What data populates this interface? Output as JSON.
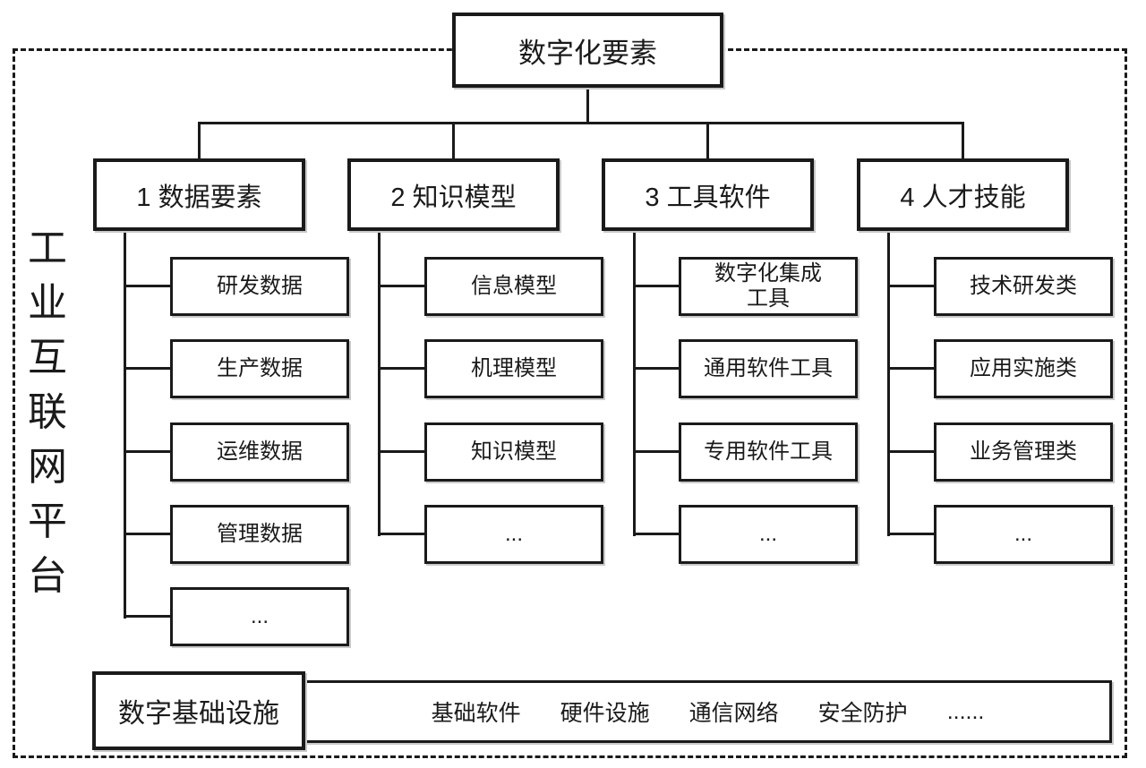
{
  "diagram": {
    "root_label": "数字化要素",
    "platform_label": "工业互联网平台",
    "platform_chars": [
      "工",
      "业",
      "互",
      "联",
      "网",
      "平",
      "台"
    ],
    "branches": [
      {
        "label": "1 数据要素",
        "children": [
          "研发数据",
          "生产数据",
          "运维数据",
          "管理数据",
          "..."
        ]
      },
      {
        "label": "2 知识模型",
        "children": [
          "信息模型",
          "机理模型",
          "知识模型",
          "..."
        ]
      },
      {
        "label": "3 工具软件",
        "children": [
          "数字化集成\n工具",
          "通用软件工具",
          "专用软件工具",
          "..."
        ]
      },
      {
        "label": "4 人才技能",
        "children": [
          "技术研发类",
          "应用实施类",
          "业务管理类",
          "..."
        ]
      }
    ],
    "infrastructure": {
      "label": "数字基础设施",
      "items": [
        "基础软件",
        "硬件设施",
        "通信网络",
        "安全防护",
        "......"
      ]
    },
    "colors": {
      "line": "#1a1a1a",
      "text": "#1a1a1a",
      "background": "#ffffff"
    }
  }
}
